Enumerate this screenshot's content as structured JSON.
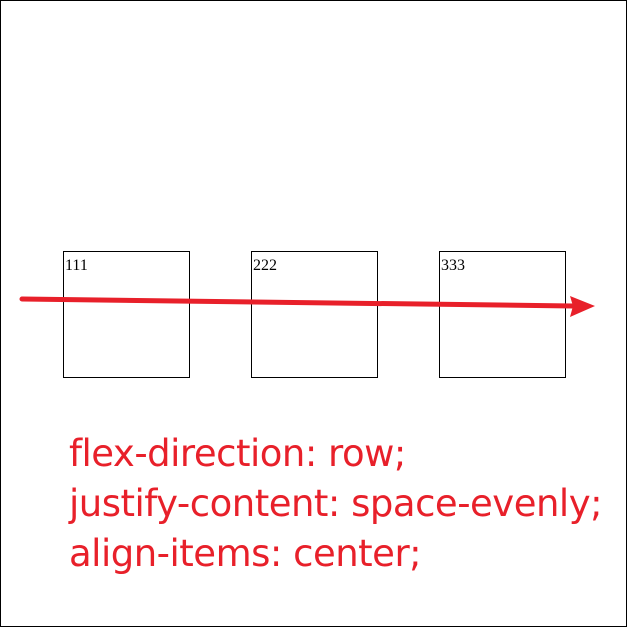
{
  "boxes": [
    {
      "label": "111"
    },
    {
      "label": "222"
    },
    {
      "label": "333"
    }
  ],
  "caption": {
    "line1": "flex-direction: row;",
    "line2": "justify-content: space-evenly;",
    "line3": "align-items: center;"
  },
  "colors": {
    "annotation": "#e8202a",
    "border": "#000000",
    "background": "#ffffff"
  }
}
